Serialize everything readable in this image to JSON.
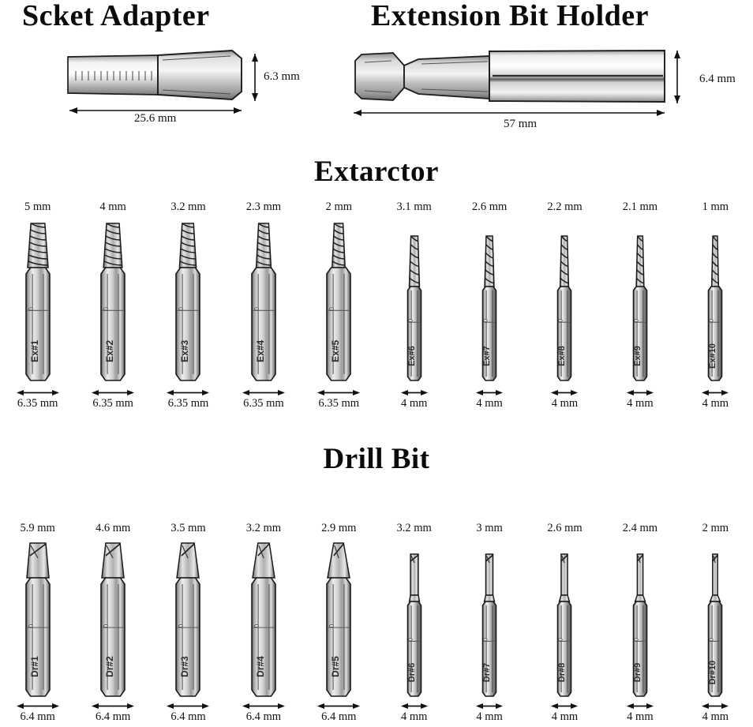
{
  "sections": {
    "socket_adapter": {
      "title": "Scket Adapter",
      "length": "25.6 mm",
      "diameter": "6.3 mm"
    },
    "extension_bit_holder": {
      "title": "Extension Bit Holder",
      "length": "57 mm",
      "diameter": "6.4 mm"
    },
    "extractor": {
      "title": "Extarctor",
      "items": [
        {
          "code": "Ex#1",
          "tip_size": "5 mm",
          "shank": "6.35 mm"
        },
        {
          "code": "Ex#2",
          "tip_size": "4 mm",
          "shank": "6.35 mm"
        },
        {
          "code": "Ex#3",
          "tip_size": "3.2 mm",
          "shank": "6.35 mm"
        },
        {
          "code": "Ex#4",
          "tip_size": "2.3 mm",
          "shank": "6.35 mm"
        },
        {
          "code": "Ex#5",
          "tip_size": "2 mm",
          "shank": "6.35 mm"
        },
        {
          "code": "Ex#6",
          "tip_size": "3.1 mm",
          "shank": "4 mm"
        },
        {
          "code": "Ex#7",
          "tip_size": "2.6 mm",
          "shank": "4 mm"
        },
        {
          "code": "Ex#8",
          "tip_size": "2.2 mm",
          "shank": "4 mm"
        },
        {
          "code": "Ex#9",
          "tip_size": "2.1 mm",
          "shank": "4 mm"
        },
        {
          "code": "Ex#10",
          "tip_size": "1 mm",
          "shank": "4 mm"
        }
      ]
    },
    "drill_bit": {
      "title": "Drill Bit",
      "items": [
        {
          "code": "Dr#1",
          "tip_size": "5.9 mm",
          "shank": "6.4 mm"
        },
        {
          "code": "Dr#2",
          "tip_size": "4.6 mm",
          "shank": "6.4 mm"
        },
        {
          "code": "Dr#3",
          "tip_size": "3.5 mm",
          "shank": "6.4 mm"
        },
        {
          "code": "Dr#4",
          "tip_size": "3.2 mm",
          "shank": "6.4 mm"
        },
        {
          "code": "Dr#5",
          "tip_size": "2.9 mm",
          "shank": "6.4 mm"
        },
        {
          "code": "Dr#6",
          "tip_size": "3.2 mm",
          "shank": "4 mm"
        },
        {
          "code": "Dr#7",
          "tip_size": "3 mm",
          "shank": "4 mm"
        },
        {
          "code": "Dr#8",
          "tip_size": "2.6 mm",
          "shank": "4 mm"
        },
        {
          "code": "Dr#9",
          "tip_size": "2.4 mm",
          "shank": "4 mm"
        },
        {
          "code": "Dr#10",
          "tip_size": "2 mm",
          "shank": "4 mm"
        }
      ]
    }
  },
  "colors": {
    "background": "#ffffff",
    "ink": "#111111",
    "metal_light": "#e8e8e8",
    "metal_mid": "#b4b4b4",
    "metal_dark": "#6e6e6e",
    "outline": "#1a1a1a"
  }
}
